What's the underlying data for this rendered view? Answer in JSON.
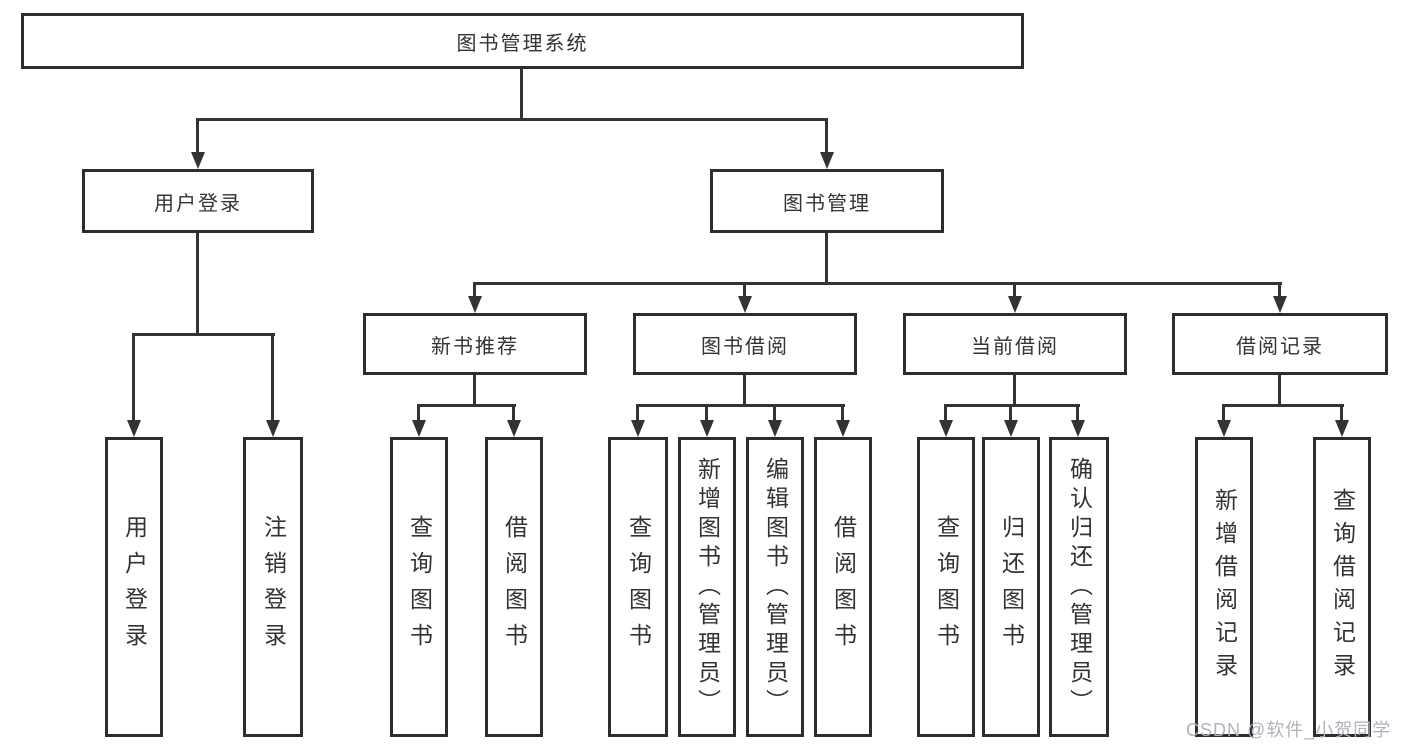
{
  "diagram": {
    "root": {
      "label": "图书管理系统"
    },
    "level2": [
      {
        "label": "用户登录"
      },
      {
        "label": "图书管理"
      }
    ],
    "level3": [
      {
        "label": "新书推荐"
      },
      {
        "label": "图书借阅"
      },
      {
        "label": "当前借阅"
      },
      {
        "label": "借阅记录"
      }
    ],
    "leaves": {
      "user_login": [
        "用户登录",
        "注销登录"
      ],
      "new_book": [
        "查询图书",
        "借阅图书"
      ],
      "book_borrow": [
        "查询图书",
        "新增图书（管理员）",
        "编辑图书（管理员）",
        "借阅图书"
      ],
      "current_borrow": [
        "查询图书",
        "归还图书",
        "确认归还（管理员）"
      ],
      "borrow_record": [
        "新增借阅记录",
        "查询借阅记录"
      ]
    }
  },
  "watermark": {
    "text": "CSDN @软件_小贺同学"
  },
  "colors": {
    "line": "#333333",
    "box_border": "#2d2d2d",
    "box_bg": "#ffffff",
    "text": "#333333",
    "watermark": "#aeb3bb"
  }
}
